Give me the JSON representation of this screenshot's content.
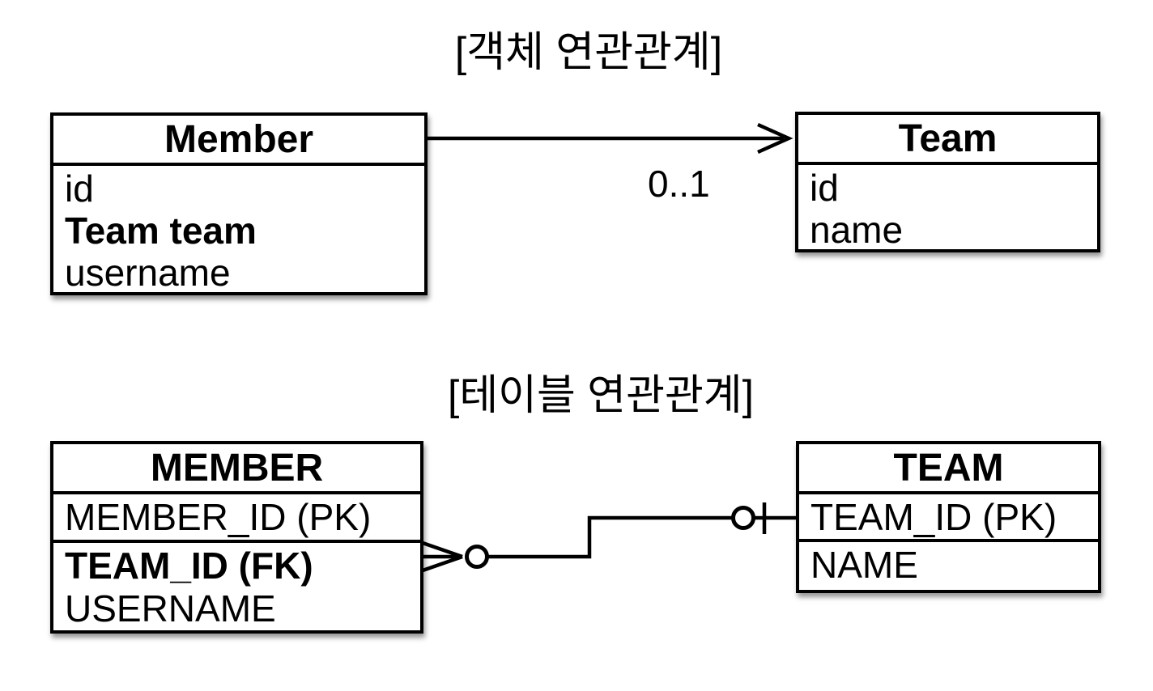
{
  "titles": {
    "object_section": "[객체 연관관계]",
    "table_section": "[테이블 연관관계]"
  },
  "object_diagram": {
    "member": {
      "name": "Member",
      "fields": [
        "id",
        "Team team",
        "username"
      ]
    },
    "team": {
      "name": "Team",
      "fields": [
        "id",
        "name"
      ]
    },
    "association": {
      "multiplicity": "0..1",
      "arrow_icon": "open-arrowhead-right"
    }
  },
  "table_diagram": {
    "member": {
      "name": "MEMBER",
      "key_field": "MEMBER_ID (PK)",
      "fields": [
        "TEAM_ID (FK)",
        "USERNAME"
      ]
    },
    "team": {
      "name": "TEAM",
      "key_field": "TEAM_ID (PK)",
      "fields": [
        "NAME"
      ]
    },
    "relationship": {
      "member_end_icon": "crow-foot-zero-or-many",
      "team_end_icon": "zero-or-one"
    }
  },
  "colors": {
    "line": "#000000",
    "background": "#ffffff",
    "box_fill": "#ffffff"
  }
}
